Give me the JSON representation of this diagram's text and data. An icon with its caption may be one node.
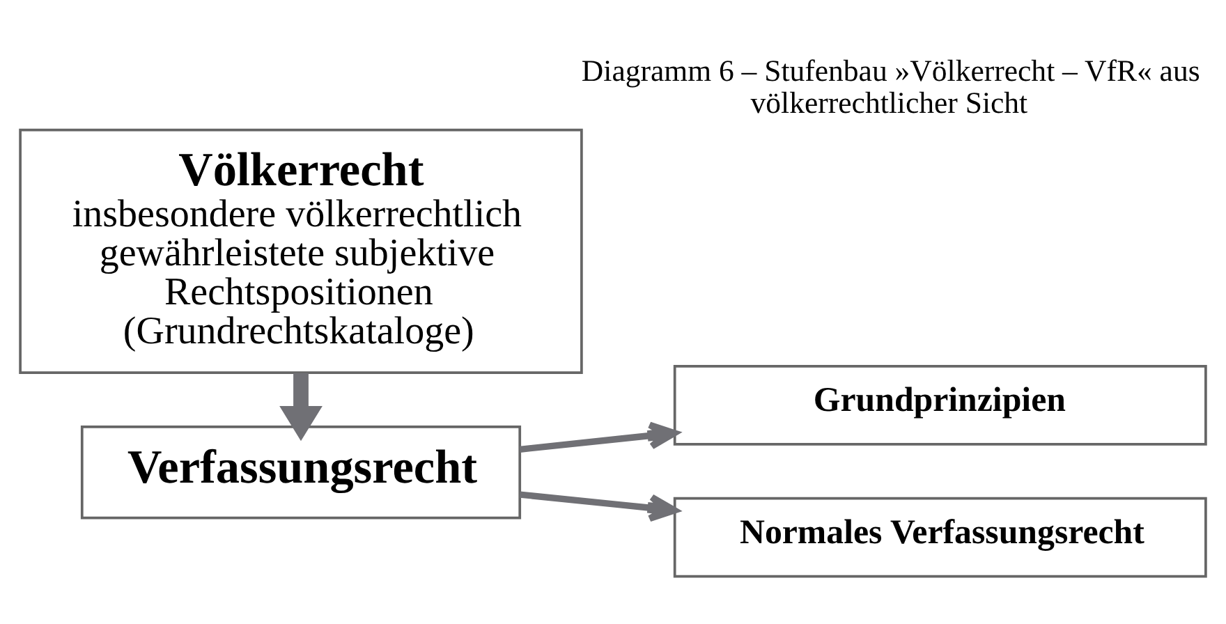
{
  "diagram": {
    "title": "Diagramm 6 – Stufenbau »Völkerrecht – VfR« aus völkerrechtlicher Sicht",
    "nodes": [
      {
        "text": [
          "Völkerrecht",
          "insbesondere völkerrechtlich gewährleistete subjektive Rechtspositionen (Grundrechtskataloge)"
        ]
      },
      {
        "text": [
          "Verfassungsrecht"
        ]
      },
      {
        "text": [
          "Grundprinzipien"
        ]
      },
      {
        "text": [
          "Normales Verfassungsrecht"
        ]
      }
    ],
    "edges": [
      {
        "from": 0,
        "to": 1,
        "arrow": "to",
        "style": "thick"
      },
      {
        "from": 1,
        "to": 2,
        "arrow": "to"
      },
      {
        "from": 1,
        "to": 3,
        "arrow": "to"
      }
    ]
  }
}
